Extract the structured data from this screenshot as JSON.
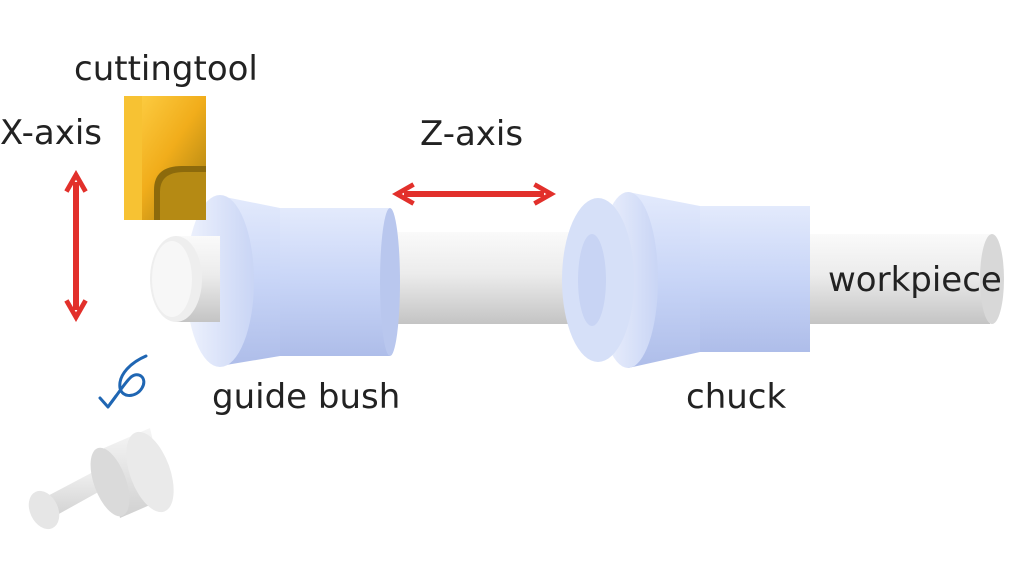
{
  "labels": {
    "cutting_tool": "cuttingtool",
    "x_axis": "X-axis",
    "z_axis": "Z-axis",
    "guide_bush": "guide bush",
    "chuck": "chuck",
    "workpiece": "workpiece"
  },
  "colors": {
    "arrow": "#e2302b",
    "bush_light": "#dfe7fb",
    "bush_mid": "#c5d3f6",
    "bush_dark": "#a9b9ea",
    "rod_light": "#f4f4f4",
    "rod_dark": "#c9c9c9",
    "tool_gold": "#f1ad1b",
    "rotation_arrow": "#1f66b3"
  }
}
